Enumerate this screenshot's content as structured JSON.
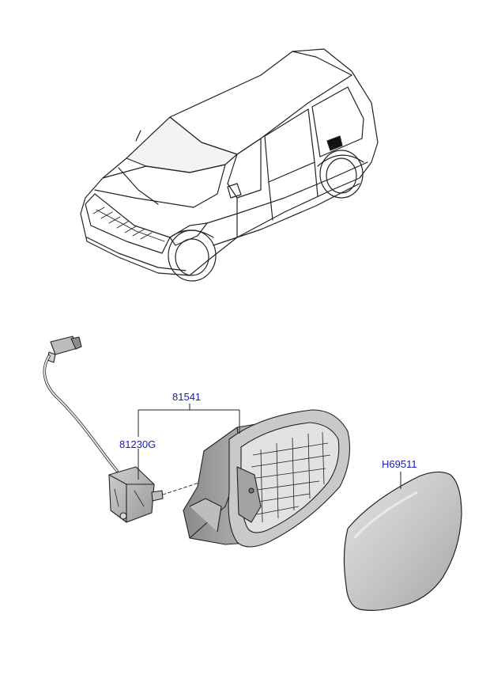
{
  "parts": [
    {
      "id": "81541",
      "label": "81541"
    },
    {
      "id": "81230G",
      "label": "81230G"
    },
    {
      "id": "H69511",
      "label": "H69511"
    }
  ],
  "colors": {
    "line": "#222222",
    "label": "#1a1aa8",
    "part_fill": "#d9d9d9",
    "part_shade": "#a8a8a8",
    "part_dark": "#6e6e6e"
  }
}
